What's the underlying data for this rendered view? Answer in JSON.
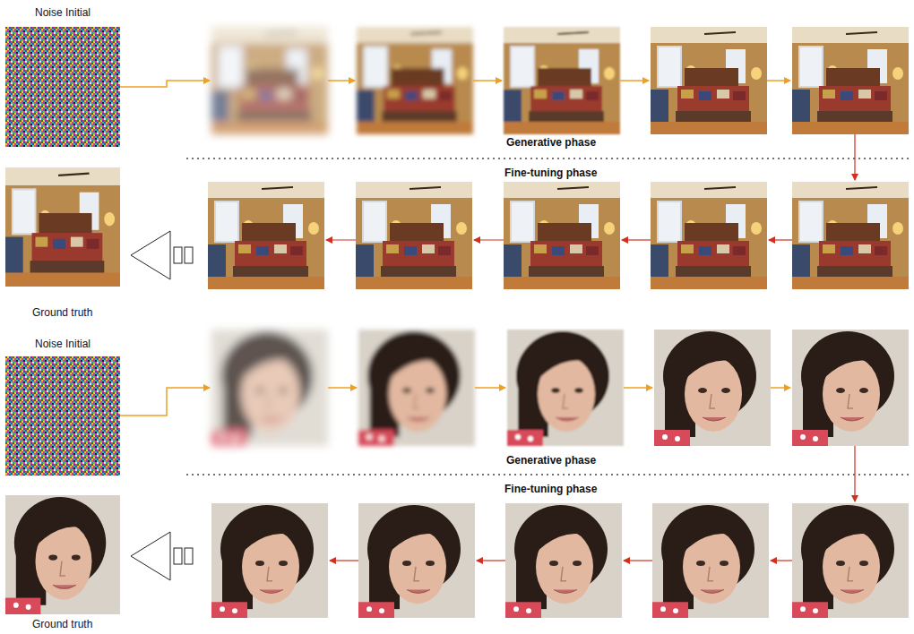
{
  "diagram": {
    "labels": [
      "Noise Initial",
      "Generative phase",
      "Fine-tuning phase",
      "Ground truth",
      "Noise Initial",
      "Generative phase",
      "Fine-tuning phase",
      "Ground truth"
    ]
  }
}
